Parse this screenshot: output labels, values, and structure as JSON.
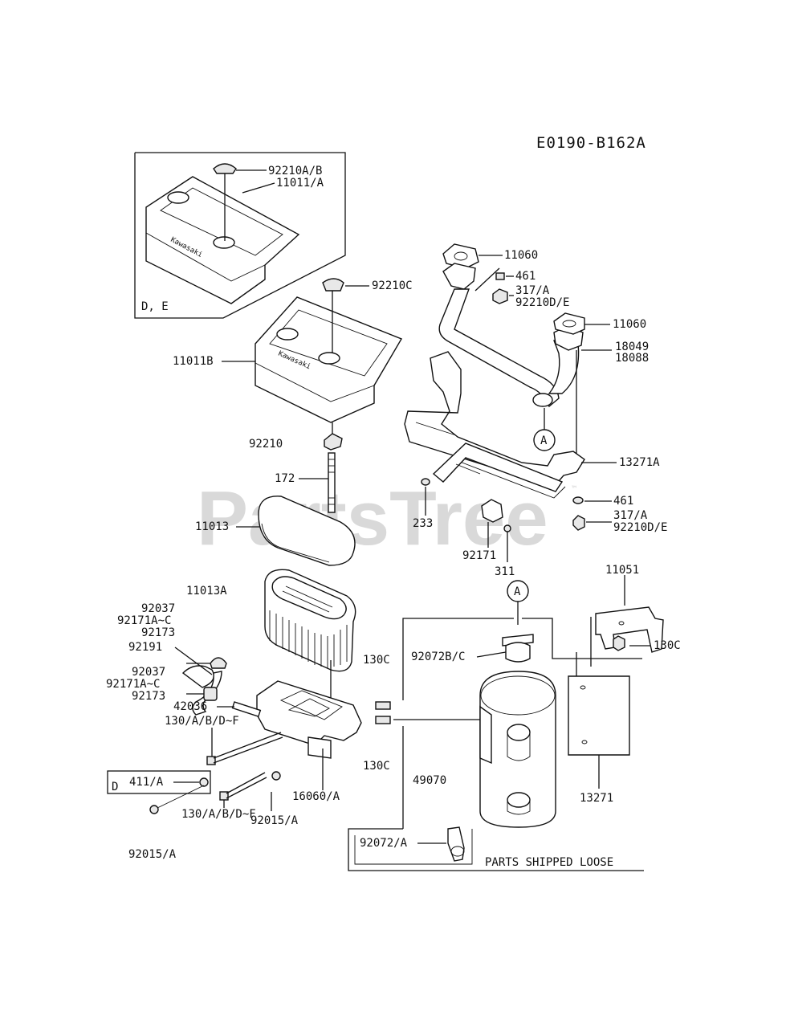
{
  "diagram": {
    "code": "E0190-B162A",
    "watermark": "PartsTree",
    "parts_shipped_loose": "PARTS SHIPPED LOOSE",
    "callout_a": "A",
    "box_de_label": "D, E",
    "box_d_label": "D",
    "labels": {
      "p92210AB": "92210A/B",
      "p11011A": "11011/A",
      "p92210C": "92210C",
      "p11011B": "11011B",
      "p92210": "92210",
      "p172": "172",
      "p11013": "11013",
      "p11013A": "11013A",
      "p92037a": "92037",
      "p92171a": "92171A~C",
      "p92173a": "92173",
      "p92191": "92191",
      "p92037b": "92037",
      "p92171b": "92171A~C",
      "p92173b": "92173",
      "p42036": "42036",
      "p130long_a": "130/A/B/D~F",
      "p411A": "411/A",
      "p130long_b": "130/A/B/D~F",
      "p92015A_a": "92015/A",
      "p92015A_b": "92015/A",
      "p16060A": "16060/A",
      "p11060a": "11060",
      "p461a": "461",
      "p317Aa": "317/A",
      "p92210DEa": "92210D/E",
      "p11060b": "11060",
      "p18049": "18049",
      "p18088": "18088",
      "p13271A": "13271A",
      "p461b": "461",
      "p317Ab": "317/A",
      "p92210DEb": "92210D/E",
      "p233": "233",
      "p92171": "92171",
      "p311": "311",
      "p11051": "11051",
      "p130C_a": "130C",
      "p130C_b": "130C",
      "p130C_c": "130C",
      "p92072BC": "92072B/C",
      "p49070": "49070",
      "p13271": "13271",
      "p92072A": "92072/A"
    }
  }
}
